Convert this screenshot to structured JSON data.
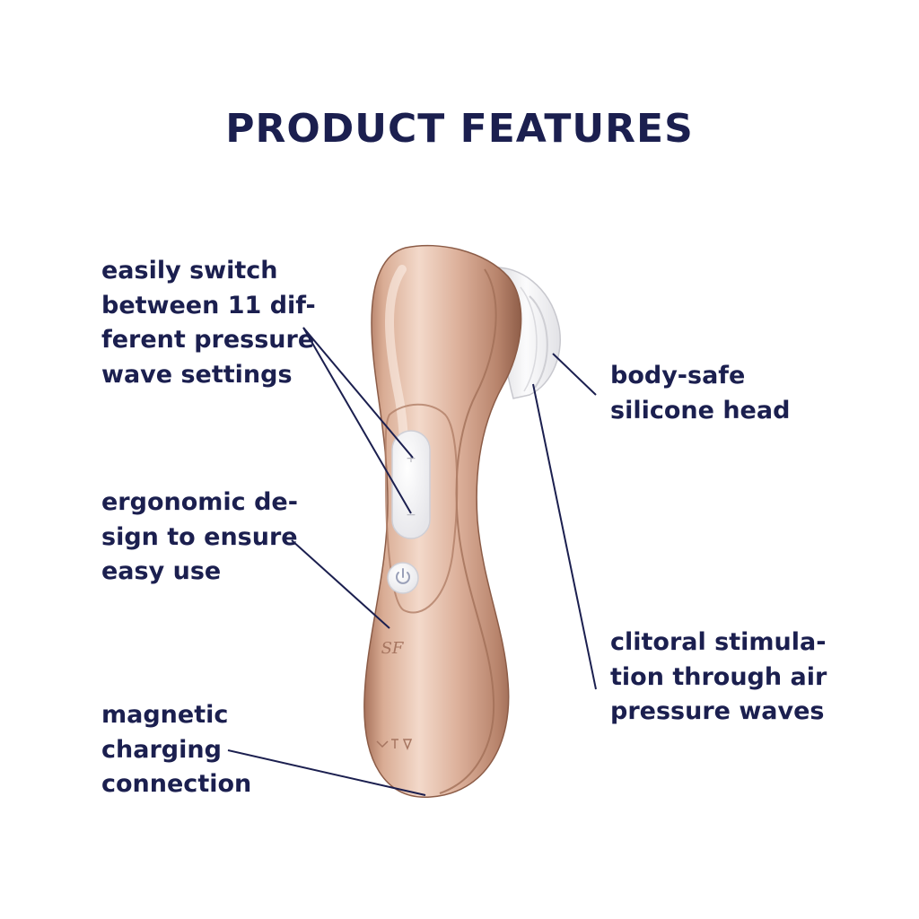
{
  "title": "PRODUCT FEATURES",
  "features": [
    {
      "id": "settings",
      "text": "easily switch\nbetween 11 dif-\nferent pressure\nwave settings"
    },
    {
      "id": "ergo",
      "text": "ergonomic de-\nsign to ensure\neasy use"
    },
    {
      "id": "charge",
      "text": "magnetic\ncharging\nconnection"
    },
    {
      "id": "head",
      "text": "body-safe\nsilicone head"
    },
    {
      "id": "stim",
      "text": "clitoral stimula-\ntion through air\npressure waves"
    }
  ],
  "colors": {
    "text": "#1b1f4f",
    "body_light": "#f1d6c6",
    "body_mid": "#d6a890",
    "body_dark": "#9c6a54",
    "head": "#f4f4f6"
  },
  "product": {
    "logo_text": "SF",
    "plus_symbol": "+",
    "minus_symbol": "−",
    "power_icon": "power-icon"
  }
}
